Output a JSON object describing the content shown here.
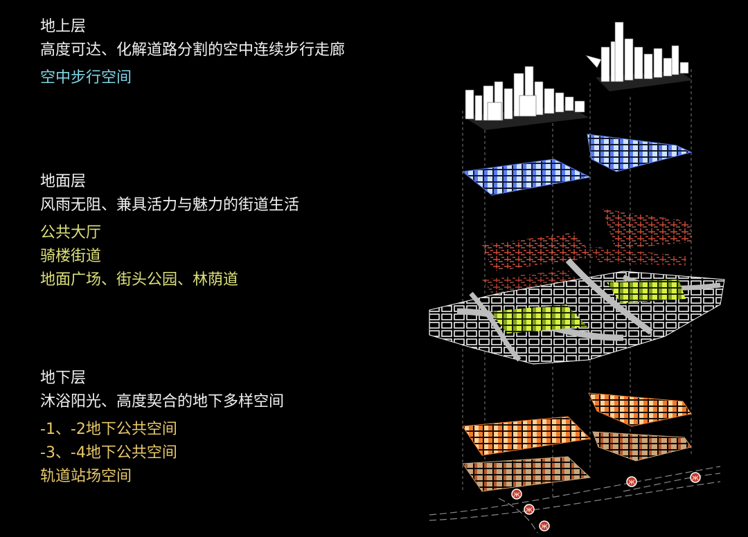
{
  "sections": {
    "above": {
      "title": "地上层",
      "subtitle": "高度可达、化解道路分割的空中连续步行走廊",
      "items": [
        "空中步行空间"
      ]
    },
    "ground": {
      "title": "地面层",
      "subtitle": "风雨无阻、兼具活力与魅力的街道生活",
      "items": [
        "公共大厅",
        "骑楼街道",
        "地面广场、街头公园、林荫道"
      ]
    },
    "under": {
      "title": "地下层",
      "subtitle": "沐浴阳光、高度契合的地下多样空间",
      "items": [
        "-1、-2地下公共空间",
        "-3、-4地下公共空间",
        "轨道站场空间"
      ]
    }
  },
  "colors": {
    "text_white": "#f2f2f2",
    "sky_walk": "#7fd6e6",
    "ground_items": "#dde07a",
    "underground_items": "#e8c86a",
    "building_white": "#ffffff",
    "deck_blue": "#5b7cf0",
    "corridor_red": "#e0503a",
    "plaza_lime": "#d8f040",
    "basement_orange": "#f07a2a",
    "basement_tan": "#c9a57a"
  },
  "icons": [
    "metro-station-icon"
  ]
}
